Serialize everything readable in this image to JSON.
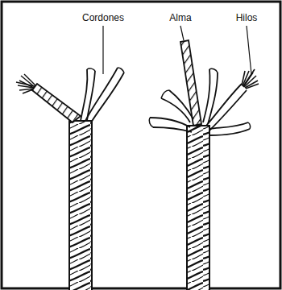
{
  "diagram": {
    "labels": [
      "Cordones",
      "Alma",
      "Hilos"
    ]
  }
}
